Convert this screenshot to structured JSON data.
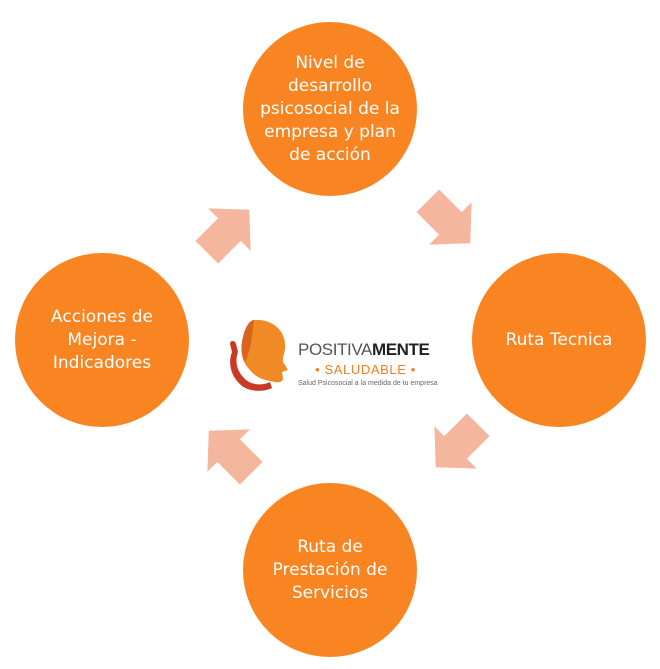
{
  "colors": {
    "circle": "#f98422",
    "arrow": "#f5b69e",
    "brand_orange": "#ef7d21"
  },
  "cycle": {
    "top": "Nivel de desarrollo psicosocial de la empresa y plan de acción",
    "right": "Ruta Tecnica",
    "bottom": "Ruta de Prestación de Servicios",
    "left": "Acciones de Mejora - Indicadores"
  },
  "logo": {
    "title_light": "POSITIVA",
    "title_bold": "MENTE",
    "subtitle": "• SALUDABLE •",
    "tagline": "Salud Psicosocial a la medida de tu empresa",
    "icon": "head-profile-icon"
  }
}
